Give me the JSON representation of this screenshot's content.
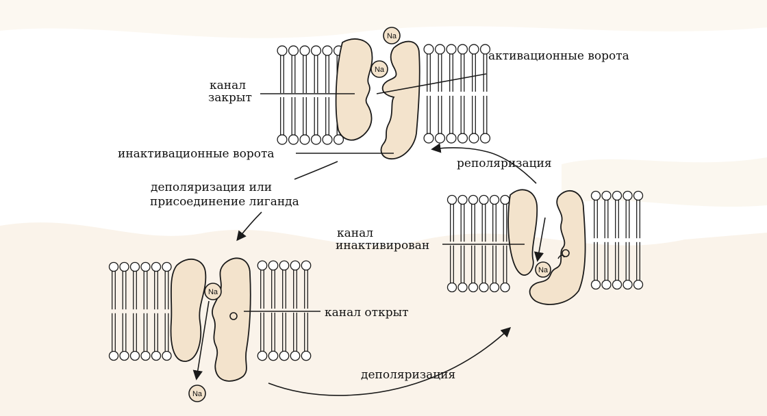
{
  "colors": {
    "protein_fill": "#f3e3cc",
    "protein_stroke": "#1a1a1a",
    "background_wash": "#f6ead8",
    "text": "#111111"
  },
  "ion": "Na",
  "labels": {
    "activation_gate": "активационные ворота",
    "closed_line1": "канал",
    "closed_line2": "закрыт",
    "inactivation_gate": "инактивационные ворота",
    "repolarization": "реполяризация",
    "depol_ligand_line1": "деполяризация или",
    "depol_ligand_line2": "присоединение лиганда",
    "inactivated_line1": "канал",
    "inactivated_line2": "инактивирован",
    "open": "канал открыт",
    "depolarization": "деполяризация"
  }
}
